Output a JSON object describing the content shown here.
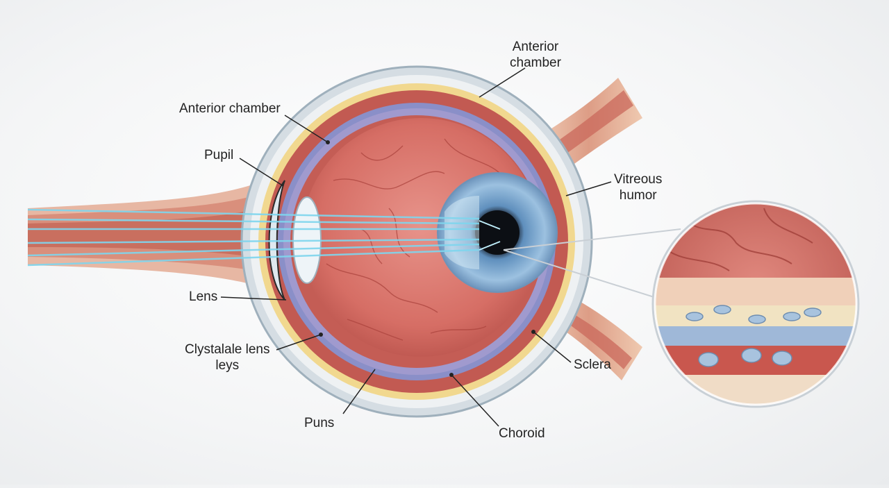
{
  "diagram": {
    "labels": [
      {
        "id": "anterior-chamber-top",
        "text": "Anterior\nchamber"
      },
      {
        "id": "anterior-chamber-left",
        "text": "Anterior chamber"
      },
      {
        "id": "pupil",
        "text": "Pupil"
      },
      {
        "id": "vitreous-humor",
        "text": "Vitreous\nhumor"
      },
      {
        "id": "lens",
        "text": "Lens"
      },
      {
        "id": "clystalale-lens-leys",
        "text": "Clystalale lens\nleys"
      },
      {
        "id": "sclera",
        "text": "Sclera"
      },
      {
        "id": "puns",
        "text": "Puns"
      },
      {
        "id": "choroid",
        "text": "Choroid"
      }
    ]
  },
  "colors": {
    "sclera_outer": "#c9d3da",
    "yellow_layer": "#f1d88f",
    "muscle_red": "#c25a52",
    "choroid_blue": "#8a8fc8",
    "retina_pink": "#d9736a",
    "iris_blue": "#7fa8cf",
    "light_ray": "#7fd6ee"
  }
}
